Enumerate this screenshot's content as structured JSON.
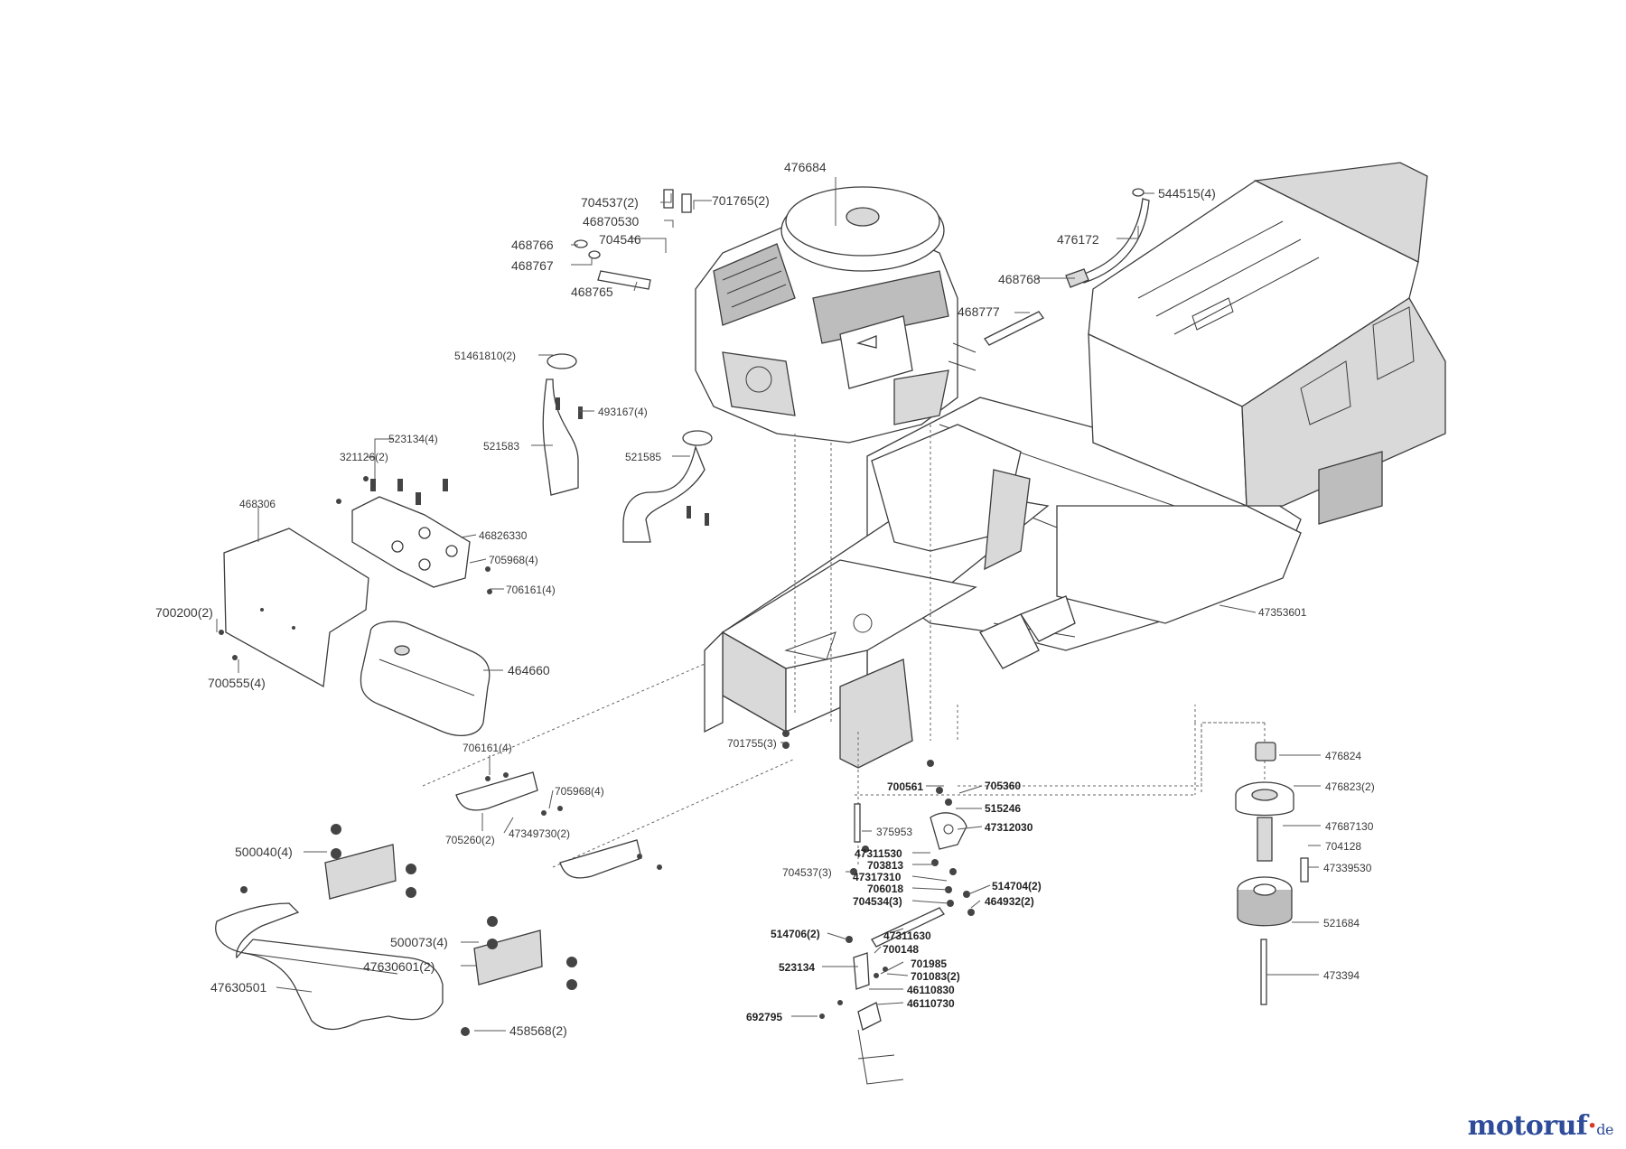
{
  "logo": {
    "main": "motoruf",
    "dot": "·",
    "tld": "de"
  },
  "labels": [
    {
      "id": "p476684",
      "text": "476684"
    },
    {
      "id": "p704537a",
      "text": "704537(2)"
    },
    {
      "id": "p701765",
      "text": "701765(2)"
    },
    {
      "id": "p46870530",
      "text": "46870530"
    },
    {
      "id": "p704546",
      "text": "704546"
    },
    {
      "id": "p468766",
      "text": "468766"
    },
    {
      "id": "p468767",
      "text": "468767"
    },
    {
      "id": "p468765",
      "text": "468765"
    },
    {
      "id": "p544515",
      "text": "544515(4)"
    },
    {
      "id": "p476172",
      "text": "476172"
    },
    {
      "id": "p468768",
      "text": "468768"
    },
    {
      "id": "p468777",
      "text": "468777"
    },
    {
      "id": "p51461810",
      "text": "51461810(2)"
    },
    {
      "id": "p493167",
      "text": "493167(4)"
    },
    {
      "id": "p521583",
      "text": "521583"
    },
    {
      "id": "p521585",
      "text": "521585"
    },
    {
      "id": "p523134a",
      "text": "523134(4)"
    },
    {
      "id": "p321126",
      "text": "321126(2)"
    },
    {
      "id": "p468306",
      "text": "468306"
    },
    {
      "id": "p46826330",
      "text": "46826330"
    },
    {
      "id": "p705968a",
      "text": "705968(4)"
    },
    {
      "id": "p706161a",
      "text": "706161(4)"
    },
    {
      "id": "p700200",
      "text": "700200(2)"
    },
    {
      "id": "p700555",
      "text": "700555(4)"
    },
    {
      "id": "p464660",
      "text": "464660"
    },
    {
      "id": "p47353601",
      "text": "47353601"
    },
    {
      "id": "p701755",
      "text": "701755(3)"
    },
    {
      "id": "p706161b",
      "text": "706161(4)"
    },
    {
      "id": "p705968b",
      "text": "705968(4)"
    },
    {
      "id": "p705260",
      "text": "705260(2)"
    },
    {
      "id": "p47349730",
      "text": "47349730(2)"
    },
    {
      "id": "p500040",
      "text": "500040(4)"
    },
    {
      "id": "p500073",
      "text": "500073(4)"
    },
    {
      "id": "p47630601",
      "text": "47630601(2)"
    },
    {
      "id": "p47630501",
      "text": "47630501"
    },
    {
      "id": "p458568",
      "text": "458568(2)"
    },
    {
      "id": "p476824",
      "text": "476824"
    },
    {
      "id": "p476823",
      "text": "476823(2)"
    },
    {
      "id": "p47687130",
      "text": "47687130"
    },
    {
      "id": "p704128",
      "text": "704128"
    },
    {
      "id": "p47339530",
      "text": "47339530"
    },
    {
      "id": "p521684",
      "text": "521684"
    },
    {
      "id": "p473394",
      "text": "473394"
    },
    {
      "id": "p700561",
      "text": "700561"
    },
    {
      "id": "p705360",
      "text": "705360"
    },
    {
      "id": "p515246",
      "text": "515246"
    },
    {
      "id": "p375953",
      "text": "375953"
    },
    {
      "id": "p47312030",
      "text": "47312030"
    },
    {
      "id": "p47311530",
      "text": "47311530"
    },
    {
      "id": "p703813",
      "text": "703813"
    },
    {
      "id": "p704537b",
      "text": "704537(3)"
    },
    {
      "id": "p47317310",
      "text": "47317310"
    },
    {
      "id": "p706018",
      "text": "706018"
    },
    {
      "id": "p514704",
      "text": "514704(2)"
    },
    {
      "id": "p704534",
      "text": "704534(3)"
    },
    {
      "id": "p464932",
      "text": "464932(2)"
    },
    {
      "id": "p514706",
      "text": "514706(2)"
    },
    {
      "id": "p47311630",
      "text": "47311630"
    },
    {
      "id": "p700148",
      "text": "700148"
    },
    {
      "id": "p523134b",
      "text": "523134"
    },
    {
      "id": "p701985",
      "text": "701985"
    },
    {
      "id": "p701083",
      "text": "701083(2)"
    },
    {
      "id": "p46110830",
      "text": "46110830"
    },
    {
      "id": "p46110730",
      "text": "46110730"
    },
    {
      "id": "p692795",
      "text": "692795"
    }
  ]
}
